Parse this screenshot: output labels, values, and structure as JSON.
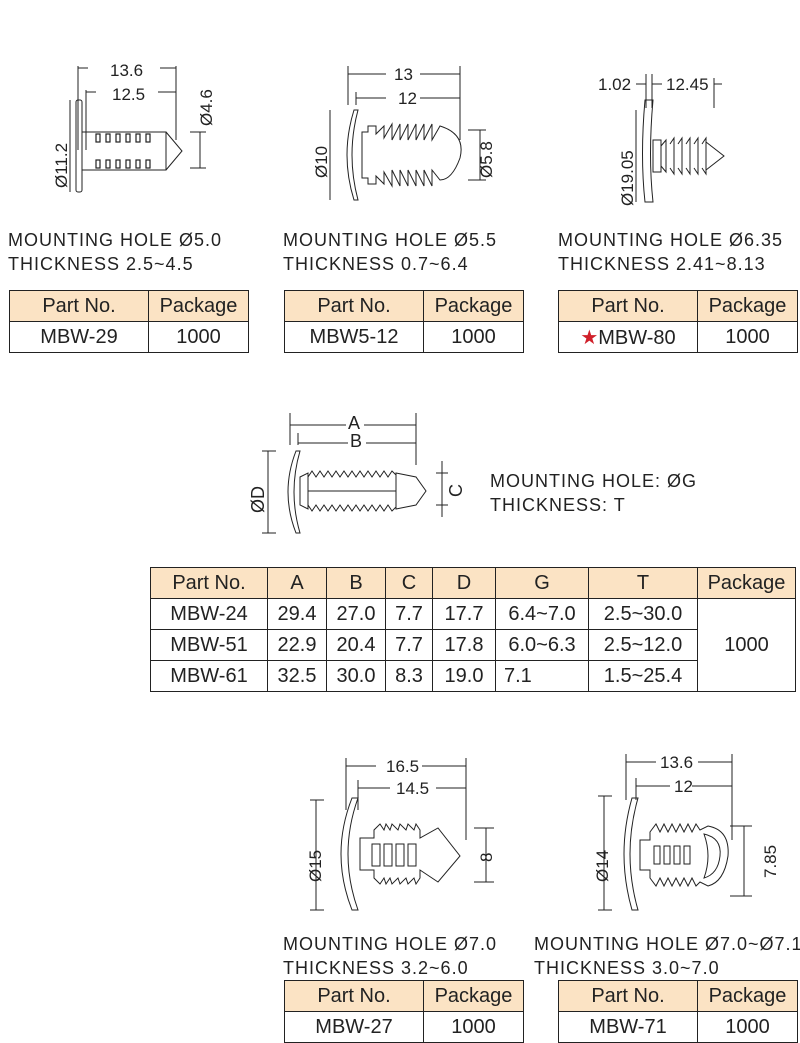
{
  "parts": [
    {
      "id": "MBW-29",
      "dims": {
        "top1": "13.6",
        "top2": "12.5",
        "left": "Ø11.2",
        "right": "Ø4.6"
      },
      "spec_line1": "MOUNTING HOLE Ø5.0",
      "spec_line2": "THICKNESS 2.5~4.5",
      "header_part": "Part No.",
      "header_pkg": "Package",
      "part_no": "MBW-29",
      "package": "1000"
    },
    {
      "id": "MBW5-12",
      "dims": {
        "top1": "13",
        "top2": "12",
        "left": "Ø10",
        "right": "Ø5.8"
      },
      "spec_line1": "MOUNTING HOLE Ø5.5",
      "spec_line2": "THICKNESS 0.7~6.4",
      "header_part": "Part No.",
      "header_pkg": "Package",
      "part_no": "MBW5-12",
      "package": "1000"
    },
    {
      "id": "MBW-80",
      "dims": {
        "top1": "1.02",
        "top2": "12.45",
        "left": "Ø19.05"
      },
      "spec_line1": "MOUNTING HOLE Ø6.35",
      "spec_line2": "THICKNESS 2.41~8.13",
      "header_part": "Part No.",
      "header_pkg": "Package",
      "part_no": "MBW-80",
      "package": "1000",
      "star": "★"
    },
    {
      "id": "MBW-27",
      "dims": {
        "top1": "16.5",
        "top2": "14.5",
        "left": "Ø15",
        "right": "8"
      },
      "spec_line1": "MOUNTING HOLE Ø7.0",
      "spec_line2": "THICKNESS 3.2~6.0",
      "header_part": "Part No.",
      "header_pkg": "Package",
      "part_no": "MBW-27",
      "package": "1000"
    },
    {
      "id": "MBW-71",
      "dims": {
        "top1": "13.6",
        "top2": "12",
        "left": "Ø14",
        "right": "7.85"
      },
      "spec_line1": "MOUNTING HOLE Ø7.0~Ø7.1",
      "spec_line2": "THICKNESS 3.0~7.0",
      "header_part": "Part No.",
      "header_pkg": "Package",
      "part_no": "MBW-71",
      "package": "1000"
    }
  ],
  "generic": {
    "dims": {
      "A": "A",
      "B": "B",
      "C": "C",
      "D": "ØD"
    },
    "spec_line1": "MOUNTING HOLE: ØG",
    "spec_line2": "THICKNESS: T",
    "headers": [
      "Part No.",
      "A",
      "B",
      "C",
      "D",
      "G",
      "T",
      "Package"
    ],
    "rows": [
      [
        "MBW-24",
        "29.4",
        "27.0",
        "7.7",
        "17.7",
        "6.4~7.0",
        "2.5~30.0"
      ],
      [
        "MBW-51",
        "22.9",
        "20.4",
        "7.7",
        "17.8",
        "6.0~6.3",
        "2.5~12.0"
      ],
      [
        "MBW-61",
        "32.5",
        "30.0",
        "8.3",
        "19.0",
        "7.1",
        "1.5~25.4"
      ]
    ],
    "package": "1000"
  },
  "colors": {
    "header_bg": "#fbe3c4",
    "star": "#d0202a",
    "line": "#222222"
  }
}
